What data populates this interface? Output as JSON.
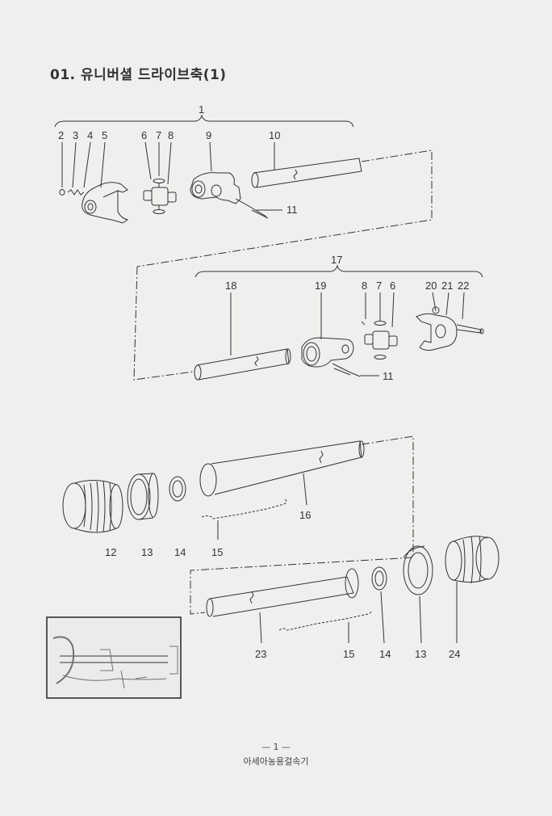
{
  "title": "01. 유니버셜 드라이브축(1)",
  "labels": {
    "p1": "1",
    "p2": "2",
    "p3": "3",
    "p4": "4",
    "p5": "5",
    "p6a": "6",
    "p7a": "7",
    "p8a": "8",
    "p9": "9",
    "p10": "10",
    "p11a": "11",
    "p17": "17",
    "p18": "18",
    "p19": "19",
    "p8b": "8",
    "p7b": "7",
    "p6b": "6",
    "p20": "20",
    "p21": "21",
    "p22": "22",
    "p11b": "11",
    "p12": "12",
    "p13a": "13",
    "p14a": "14",
    "p15a": "15",
    "p16": "16",
    "p23": "23",
    "p15b": "15",
    "p14b": "14",
    "p13b": "13",
    "p24": "24"
  },
  "footer": {
    "page_number": "— 1 —",
    "brand": "아세아농용걸속기"
  }
}
